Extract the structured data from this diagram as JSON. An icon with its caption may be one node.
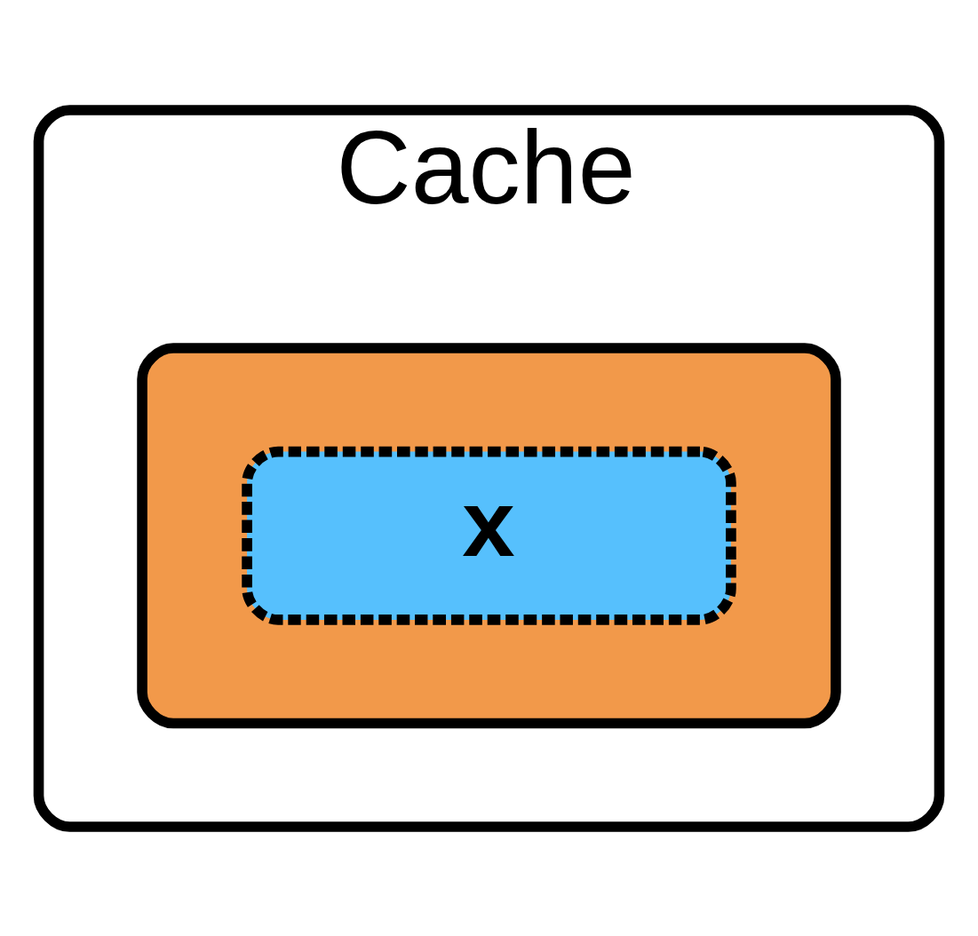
{
  "diagram": {
    "nodes": [
      {
        "text": [
          "Cache"
        ]
      },
      {
        "text": [],
        "shape": "box",
        "in": 0
      },
      {
        "text": [
          "x"
        ],
        "in": 1
      }
    ]
  }
}
